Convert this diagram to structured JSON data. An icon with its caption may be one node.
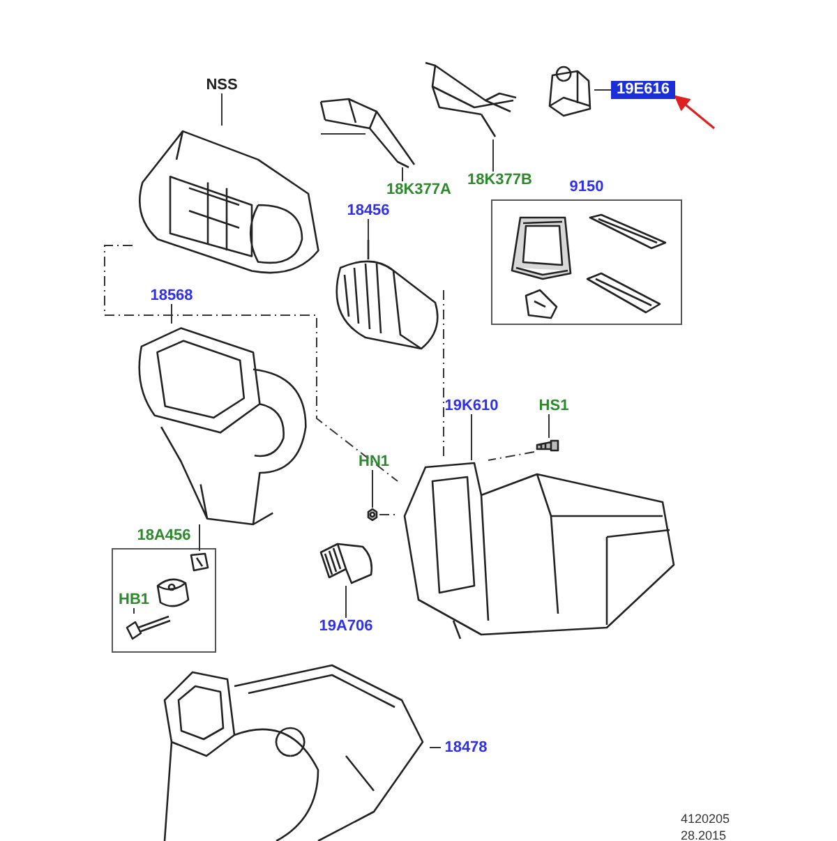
{
  "diagram": {
    "nodes": [
      {
        "text": [
          "NSS"
        ]
      },
      {
        "text": [],
        "shape": "picture"
      },
      {
        "text": [
          "18K377A"
        ]
      },
      {
        "text": [],
        "shape": "picture"
      },
      {
        "text": [
          "18K377B"
        ]
      },
      {
        "text": [],
        "shape": "picture"
      },
      {
        "text": [
          "19E616"
        ]
      },
      {
        "text": [],
        "shape": "picture"
      },
      {
        "text": [
          "9150"
        ]
      },
      {
        "text": [],
        "shape": "picture",
        "in": 8
      },
      {
        "text": [],
        "shape": "picture",
        "in": 8
      },
      {
        "text": [],
        "shape": "picture",
        "in": 8
      },
      {
        "text": [],
        "shape": "picture",
        "in": 8
      },
      {
        "text": [
          "18456"
        ]
      },
      {
        "text": [],
        "shape": "picture"
      },
      {
        "text": [
          "18568"
        ]
      },
      {
        "text": [],
        "shape": "picture"
      },
      {
        "text": [
          "19K610"
        ]
      },
      {
        "text": [],
        "shape": "picture"
      },
      {
        "text": [
          "HS1"
        ]
      },
      {
        "text": [],
        "shape": "picture"
      },
      {
        "text": [
          "HN1"
        ]
      },
      {
        "text": [],
        "shape": "picture"
      },
      {
        "text": [
          "18A456"
        ]
      },
      {
        "text": [],
        "shape": "picture",
        "in": 23
      },
      {
        "text": [],
        "shape": "picture",
        "in": 23
      },
      {
        "text": [
          "HB1"
        ],
        "in": 23
      },
      {
        "text": [],
        "shape": "picture",
        "in": 23
      },
      {
        "text": [
          "19A706"
        ]
      },
      {
        "text": [],
        "shape": "picture"
      },
      {
        "text": [
          "18478"
        ]
      },
      {
        "text": [],
        "shape": "picture"
      }
    ],
    "edges": [
      {
        "from": 0,
        "to": 1,
        "arrow": "none"
      },
      {
        "from": 2,
        "to": 3,
        "arrow": "none"
      },
      {
        "from": 4,
        "to": 5,
        "arrow": "none"
      },
      {
        "from": 6,
        "to": 7,
        "arrow": "none"
      },
      {
        "from": null,
        "to": 6,
        "arrow": "to",
        "color": "#e02020"
      },
      {
        "from": 13,
        "to": 14,
        "arrow": "none"
      },
      {
        "from": 15,
        "to": 16,
        "arrow": "none"
      },
      {
        "from": 17,
        "to": 18,
        "arrow": "none"
      },
      {
        "from": 19,
        "to": 20,
        "arrow": "none"
      },
      {
        "from": 21,
        "to": 22,
        "arrow": "none"
      },
      {
        "from": 26,
        "to": 27,
        "arrow": "none"
      },
      {
        "from": 28,
        "to": 29,
        "arrow": "none"
      },
      {
        "from": 30,
        "to": 31,
        "arrow": "none"
      },
      {
        "from": 3,
        "to": 1,
        "arrow": "none"
      },
      {
        "from": 1,
        "to": 18,
        "arrow": "none",
        "style": "dashed"
      },
      {
        "from": 14,
        "to": 18,
        "arrow": "none",
        "style": "dashed"
      },
      {
        "from": 20,
        "to": 18,
        "arrow": "none",
        "style": "dashed"
      },
      {
        "from": 22,
        "to": 18,
        "arrow": "none",
        "style": "dashed"
      },
      {
        "from": 24,
        "to": 16,
        "arrow": "none"
      }
    ],
    "labels": [
      "4120205",
      "28.2015"
    ]
  }
}
